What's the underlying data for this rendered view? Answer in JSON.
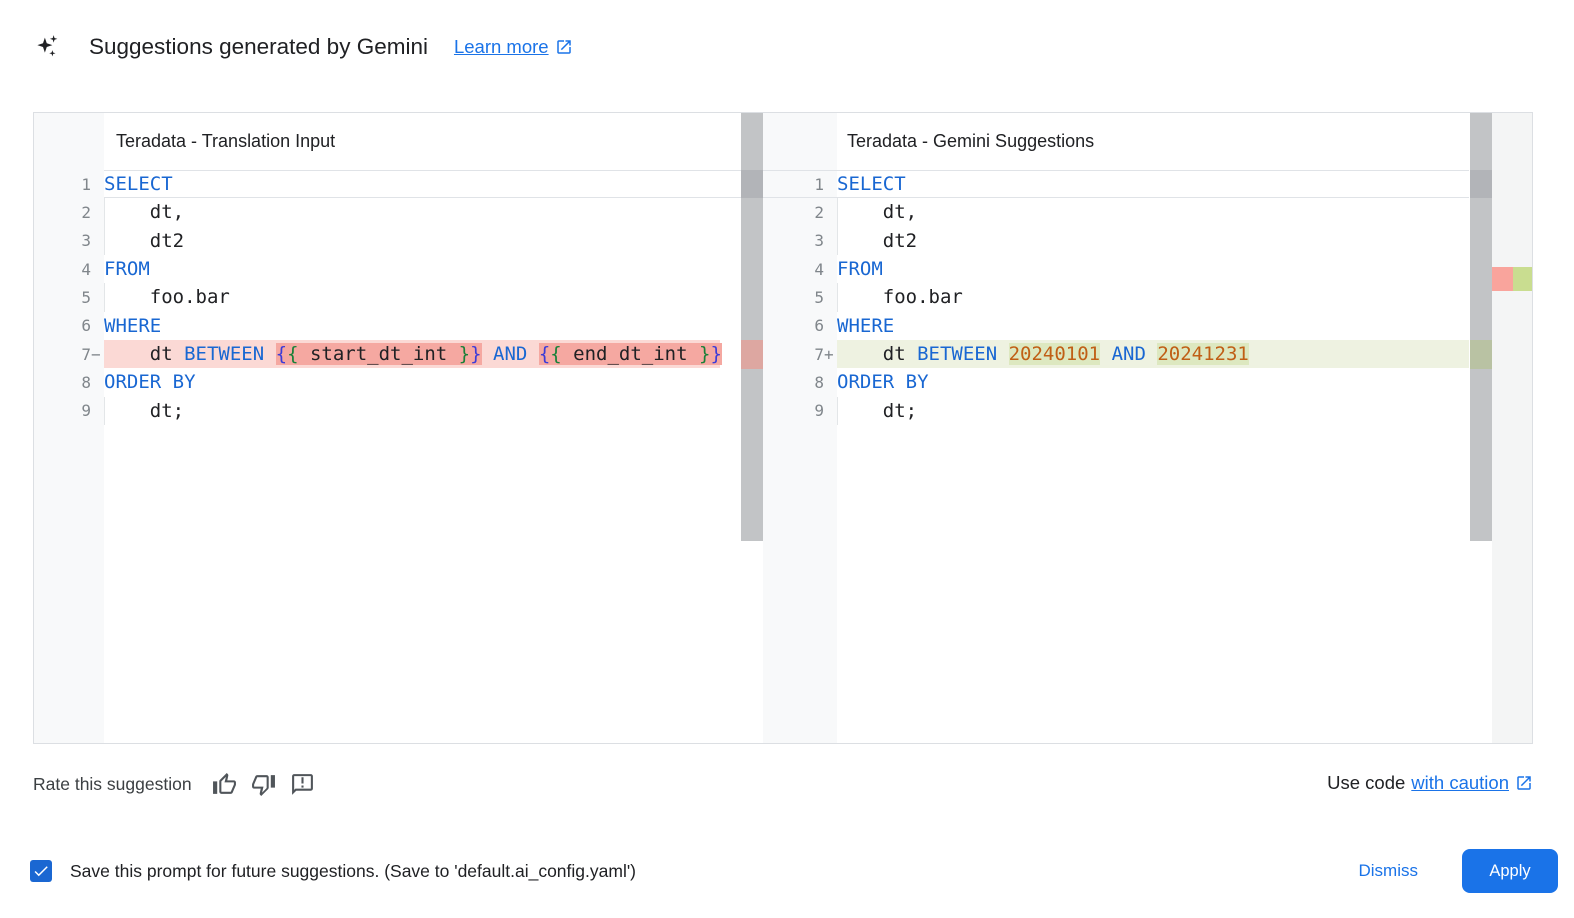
{
  "header": {
    "icon": "gemini-sparkle-icon",
    "title": "Suggestions generated by Gemini",
    "learn_more_label": "Learn more"
  },
  "diff": {
    "left": {
      "title": "Teradata - Translation Input",
      "diff_type": "removed",
      "lines": [
        {
          "n": "1",
          "m": "",
          "d": "",
          "g": false,
          "seg": [
            [
              "SELECT",
              "kw"
            ]
          ]
        },
        {
          "n": "2",
          "m": "",
          "d": "",
          "g": true,
          "seg": [
            [
              "    dt,",
              "pl"
            ]
          ]
        },
        {
          "n": "3",
          "m": "",
          "d": "",
          "g": true,
          "seg": [
            [
              "    dt2",
              "pl"
            ]
          ]
        },
        {
          "n": "4",
          "m": "",
          "d": "",
          "g": false,
          "seg": [
            [
              "FROM",
              "kw"
            ]
          ]
        },
        {
          "n": "5",
          "m": "",
          "d": "",
          "g": true,
          "seg": [
            [
              "    foo.bar",
              "pl"
            ]
          ]
        },
        {
          "n": "6",
          "m": "",
          "d": "",
          "g": false,
          "seg": [
            [
              "WHERE",
              "kw"
            ]
          ]
        },
        {
          "n": "7",
          "m": "−",
          "d": "removed",
          "g": false,
          "seg": [
            [
              "    dt ",
              "pl"
            ],
            [
              "BETWEEN",
              "kw"
            ],
            [
              " ",
              "pl"
            ],
            [
              "{",
              "bb",
              "h"
            ],
            [
              "{",
              "bg",
              "h"
            ],
            [
              " start_dt_int ",
              "pl",
              "h"
            ],
            [
              "}",
              "bg",
              "h"
            ],
            [
              "}",
              "bb",
              "h"
            ],
            [
              " ",
              "pl"
            ],
            [
              "AND",
              "kw"
            ],
            [
              " ",
              "pl"
            ],
            [
              "{",
              "bb",
              "h"
            ],
            [
              "{",
              "bg",
              "h"
            ],
            [
              " end_dt_int ",
              "pl",
              "h"
            ],
            [
              "}",
              "bg",
              "h"
            ],
            [
              "}",
              "bb",
              "h"
            ]
          ]
        },
        {
          "n": "8",
          "m": "",
          "d": "",
          "g": false,
          "seg": [
            [
              "ORDER BY",
              "kw"
            ]
          ]
        },
        {
          "n": "9",
          "m": "",
          "d": "",
          "g": true,
          "seg": [
            [
              "    dt;",
              "pl"
            ]
          ]
        }
      ]
    },
    "right": {
      "title": "Teradata - Gemini Suggestions",
      "diff_type": "added",
      "lines": [
        {
          "n": "1",
          "m": "",
          "d": "",
          "g": false,
          "seg": [
            [
              "SELECT",
              "kw"
            ]
          ]
        },
        {
          "n": "2",
          "m": "",
          "d": "",
          "g": true,
          "seg": [
            [
              "    dt,",
              "pl"
            ]
          ]
        },
        {
          "n": "3",
          "m": "",
          "d": "",
          "g": true,
          "seg": [
            [
              "    dt2",
              "pl"
            ]
          ]
        },
        {
          "n": "4",
          "m": "",
          "d": "",
          "g": false,
          "seg": [
            [
              "FROM",
              "kw"
            ]
          ]
        },
        {
          "n": "5",
          "m": "",
          "d": "",
          "g": true,
          "seg": [
            [
              "    foo.bar",
              "pl"
            ]
          ]
        },
        {
          "n": "6",
          "m": "",
          "d": "",
          "g": false,
          "seg": [
            [
              "WHERE",
              "kw"
            ]
          ]
        },
        {
          "n": "7",
          "m": "+",
          "d": "added",
          "g": false,
          "seg": [
            [
              "    dt ",
              "pl"
            ],
            [
              "BETWEEN",
              "kw"
            ],
            [
              " ",
              "pl"
            ],
            [
              "20240101",
              "num",
              "h"
            ],
            [
              " ",
              "pl"
            ],
            [
              "AND",
              "kw"
            ],
            [
              " ",
              "pl"
            ],
            [
              "20241231",
              "num",
              "h"
            ]
          ]
        },
        {
          "n": "8",
          "m": "",
          "d": "",
          "g": false,
          "seg": [
            [
              "ORDER BY",
              "kw"
            ]
          ]
        },
        {
          "n": "9",
          "m": "",
          "d": "",
          "g": true,
          "seg": [
            [
              "    dt;",
              "pl"
            ]
          ]
        }
      ]
    }
  },
  "rating": {
    "label": "Rate this suggestion",
    "icons": [
      "thumb-up-icon",
      "thumb-down-icon",
      "feedback-icon"
    ]
  },
  "caution": {
    "prefix": "Use code",
    "link_label": "with caution"
  },
  "footer": {
    "checkbox_checked": true,
    "save_label": "Save this prompt for future suggestions. (Save to 'default.ai_config.yaml')",
    "dismiss_label": "Dismiss",
    "apply_label": "Apply"
  },
  "colors": {
    "accent_blue": "#1a73e8",
    "keyword_blue": "#1967d2",
    "number_orange": "#c05f15",
    "brace_outer": "#3b3bd8",
    "brace_inner": "#188038",
    "removed_line_bg": "#fbd9d5",
    "removed_word_bg": "#f5a8a1",
    "added_line_bg": "#eef2e1",
    "added_word_bg": "#dde8c0",
    "gutter_text": "#80868b",
    "scrollbar": "#c2c4c6",
    "checkbox_blue": "#1a67d2"
  }
}
